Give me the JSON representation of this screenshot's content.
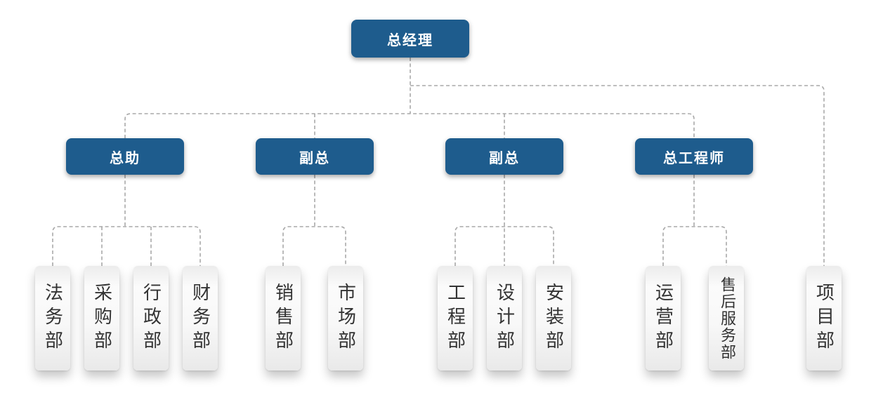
{
  "colors": {
    "node_fill": "#1e5c8d",
    "node_text": "#ffffff",
    "connector": "#a9a9a9",
    "leaf_text": "#333333",
    "background": "#ffffff"
  },
  "org": {
    "root": {
      "label": "总经理"
    },
    "branches": [
      {
        "label": "总助",
        "children": [
          "法务部",
          "采购部",
          "行政部",
          "财务部"
        ]
      },
      {
        "label": "副总",
        "children": [
          "销售部",
          "市场部"
        ]
      },
      {
        "label": "副总",
        "children": [
          "工程部",
          "设计部",
          "安装部"
        ]
      },
      {
        "label": "总工程师",
        "children": [
          "运营部",
          "售后服务部"
        ]
      }
    ],
    "direct_children": [
      "项目部"
    ]
  }
}
